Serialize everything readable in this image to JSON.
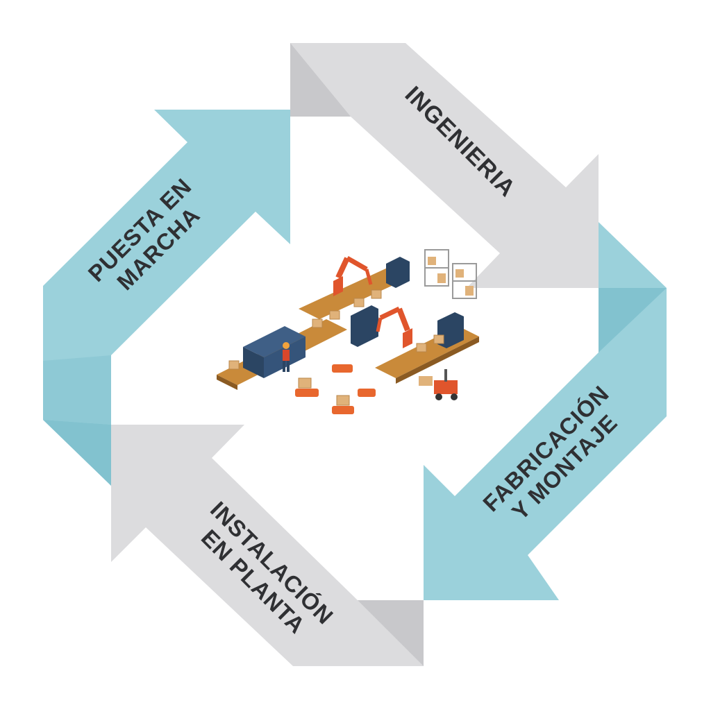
{
  "diagram": {
    "type": "process-cycle",
    "steps": [
      {
        "id": "ingenieria",
        "lines": [
          "INGENIERIA"
        ],
        "color": "#dcdcde"
      },
      {
        "id": "fabricacion",
        "lines": [
          "FABRICACIÓN",
          "Y MONTAJE"
        ],
        "color": "#9bd1db"
      },
      {
        "id": "instalacion",
        "lines": [
          "INSTALACIÓN",
          "EN PLANTA"
        ],
        "color": "#dcdcde"
      },
      {
        "id": "puesta",
        "lines": [
          "PUESTA EN",
          "MARCHA"
        ],
        "color": "#9bd1db"
      }
    ],
    "center_illustration": "automated-factory-illustration"
  },
  "colors": {
    "gray_arrow": "#dcdcde",
    "gray_fold": "#c5c5c8",
    "blue_arrow": "#9bd1db",
    "blue_fold": "#7fbfcc",
    "label_text": "#2f3033"
  }
}
